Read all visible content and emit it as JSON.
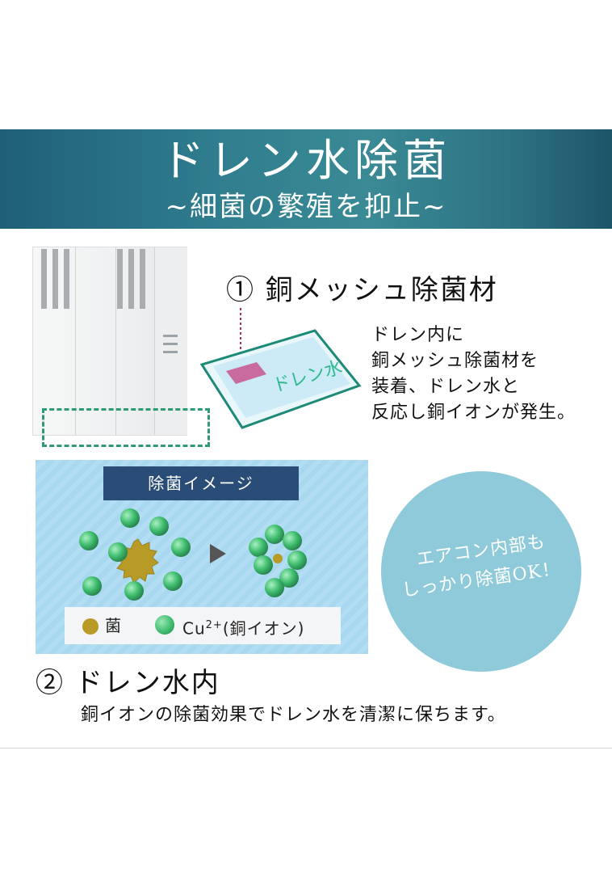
{
  "banner": {
    "title": "ドレン水除菌",
    "subtitle": "~細菌の繁殖を抑止~"
  },
  "section1": {
    "heading": "① 銅メッシュ除菌材",
    "tray_label": "ドレン水",
    "description_lines": [
      "ドレン内に",
      "銅メッシュ除菌材を",
      "装着、ドレン水と",
      "反応し銅イオンが発生。"
    ]
  },
  "image_panel": {
    "label": "除菌イメージ",
    "legend": {
      "bacteria": "菌",
      "ion_symbol": "Cu",
      "ion_charge": "2+",
      "ion_name": "(銅イオン)"
    }
  },
  "circle_note": {
    "line1": "エアコン内部も",
    "line2": "しっかり除菌OK！"
  },
  "section2": {
    "heading": "② ドレン水内",
    "description": "銅イオンの除菌効果でドレン水を清潔に保ちます。"
  },
  "colors": {
    "banner_start": "#1f5f78",
    "banner_mid": "#3a8a95",
    "dashed_outline": "#2f9a73",
    "panel_bg": "#a8d8ef",
    "label_bg": "#2a4d78",
    "bacteria": "#b89a26",
    "copper_ion": "#3fbd6e",
    "circle_bg": "#8ecad9"
  }
}
